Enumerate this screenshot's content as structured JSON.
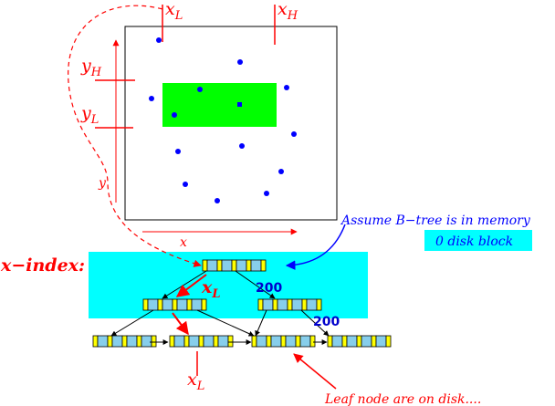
{
  "labels": {
    "x_low": "x",
    "x_low_sub": "L",
    "x_high": "x",
    "x_high_sub": "H",
    "y_high": "y",
    "y_high_sub": "H",
    "y_low": "y",
    "y_low_sub": "L",
    "y_axis": "y",
    "x_axis": "x",
    "x_index": "x−index:",
    "memory_note": "Assume B−tree is in memory",
    "disk_block_note": "0 disk block",
    "pointer_x_low": "x",
    "pointer_x_low_sub": "L",
    "leaf_x_low": "x",
    "leaf_x_low_sub": "L",
    "value_200_a": "200",
    "value_200_b": "200",
    "leaf_note": "Leaf node are on disk...."
  },
  "colors": {
    "query_rect": "#00ff00",
    "index_band": "#00ffff",
    "key_cell": "#87ceeb",
    "pointer_cell": "#ffff00",
    "points": "#0000ff",
    "annotation": "#ff0000"
  }
}
